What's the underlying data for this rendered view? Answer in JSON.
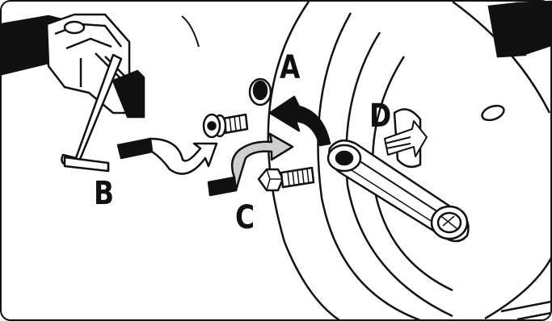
{
  "diagram": {
    "callouts": {
      "a": "A",
      "b": "B",
      "c": "C",
      "d": "D"
    },
    "parts": {
      "a": "plug-cap",
      "b": "hex-socket-screw",
      "c": "hex-bolt",
      "d": "crank-arm"
    },
    "colors": {
      "ink": "#111111",
      "paper": "#ffffff",
      "shade": "#cfcfcf"
    }
  }
}
